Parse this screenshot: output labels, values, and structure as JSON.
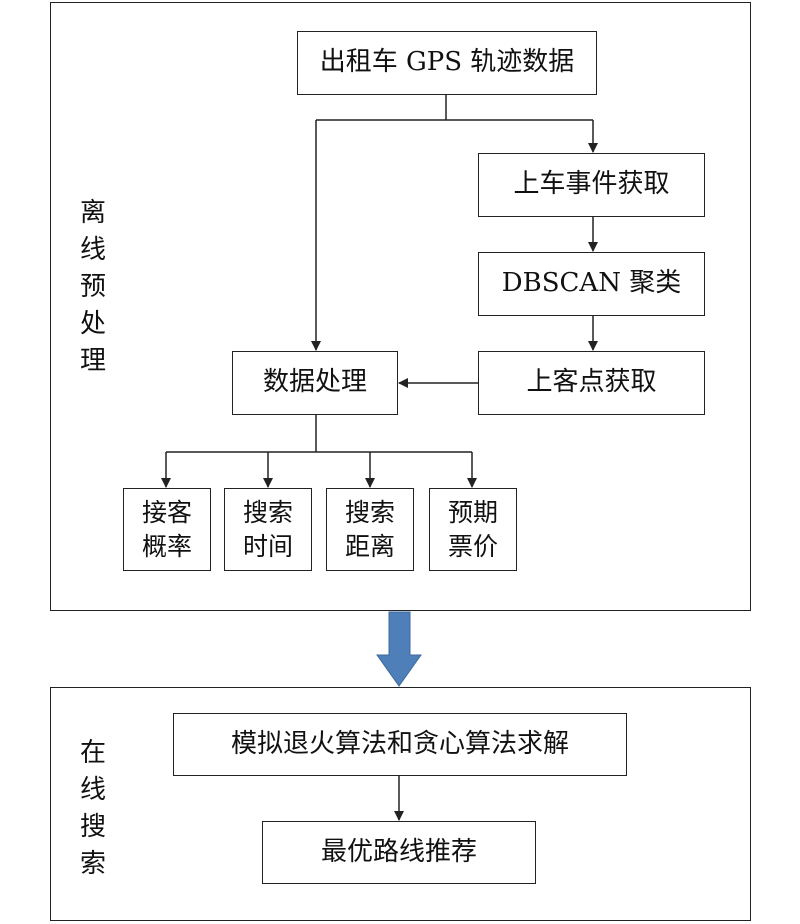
{
  "offline": {
    "label_chars": [
      "离",
      "线",
      "预",
      "处",
      "理"
    ],
    "gps": "出租车 GPS 轨迹数据",
    "pickup_events": "上车事件获取",
    "dbscan": "DBSCAN 聚类",
    "pickup_points": "上客点获取",
    "data_processing": "数据处理",
    "metrics": [
      {
        "line1": "接客",
        "line2": "概率"
      },
      {
        "line1": "搜索",
        "line2": "时间"
      },
      {
        "line1": "搜索",
        "line2": "距离"
      },
      {
        "line1": "预期",
        "line2": "票价"
      }
    ]
  },
  "online": {
    "label_chars": [
      "在",
      "线",
      "搜",
      "索"
    ],
    "solver": "模拟退火算法和贪心算法求解",
    "recommend": "最优路线推荐"
  },
  "colors": {
    "transition_arrow": "#4f7fb8",
    "stroke": "#222222"
  }
}
